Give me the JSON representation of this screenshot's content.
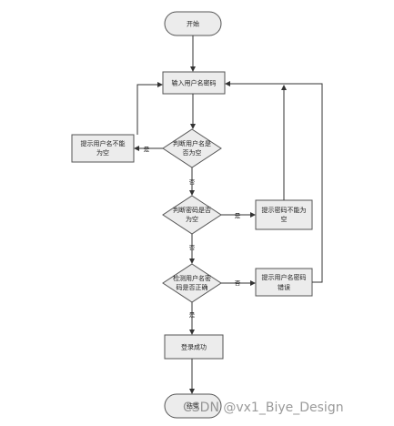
{
  "flowchart": {
    "nodes": {
      "start": "开始",
      "input": "输入用户名密码",
      "check_username": [
        "判断用户名是",
        "否为空"
      ],
      "username_empty": [
        "提示用户名不能",
        "为空"
      ],
      "check_password": [
        "判断密码是否",
        "为空"
      ],
      "password_empty": [
        "提示密码不能为",
        "空"
      ],
      "verify": [
        "检测用户名密",
        "码是否正确"
      ],
      "wrong": [
        "提示用户名密码",
        "错误"
      ],
      "success": "登录成功",
      "end": "结束"
    },
    "edges": {
      "username_yes": "是",
      "username_no": "否",
      "password_yes": "是",
      "password_no": "否",
      "verify_no": "否",
      "verify_yes": "是"
    }
  },
  "watermark": "CSDN @vx1_Biye_Design",
  "colors": {
    "node_fill": "#ececec",
    "node_stroke": "#555555",
    "arrow": "#333333"
  }
}
